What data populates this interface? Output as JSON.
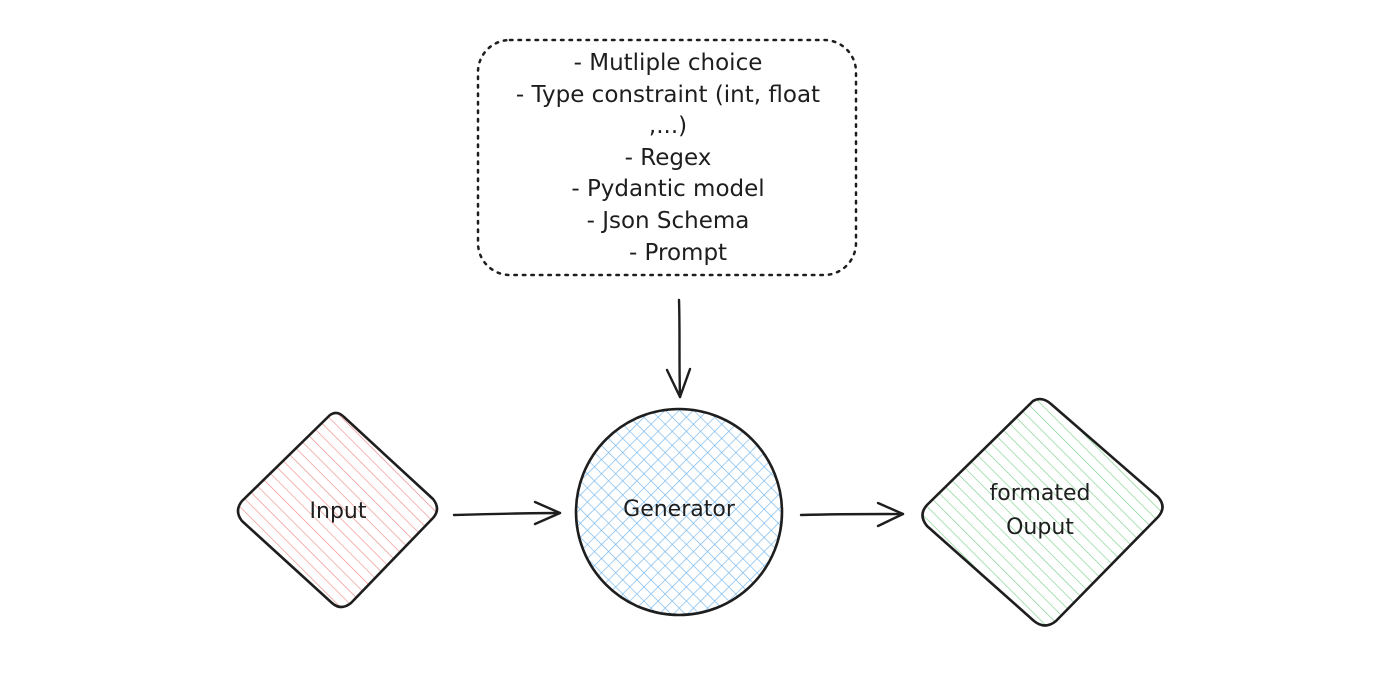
{
  "constraints_box": {
    "lines": [
      "- Mutliple choice",
      "- Type constraint (int, float",
      ",...)",
      "- Regex",
      "- Pydantic model",
      "- Json Schema",
      "- Prompt"
    ]
  },
  "nodes": {
    "input": {
      "label": "Input",
      "color": "#e03131"
    },
    "generator": {
      "label": "Generator",
      "color": "#1c7ed6"
    },
    "output": {
      "label_line1": "formated",
      "label_line2": "Ouput",
      "color": "#2f9e44"
    }
  },
  "colors": {
    "stroke": "#1e1e1e",
    "background": "#ffffff"
  }
}
